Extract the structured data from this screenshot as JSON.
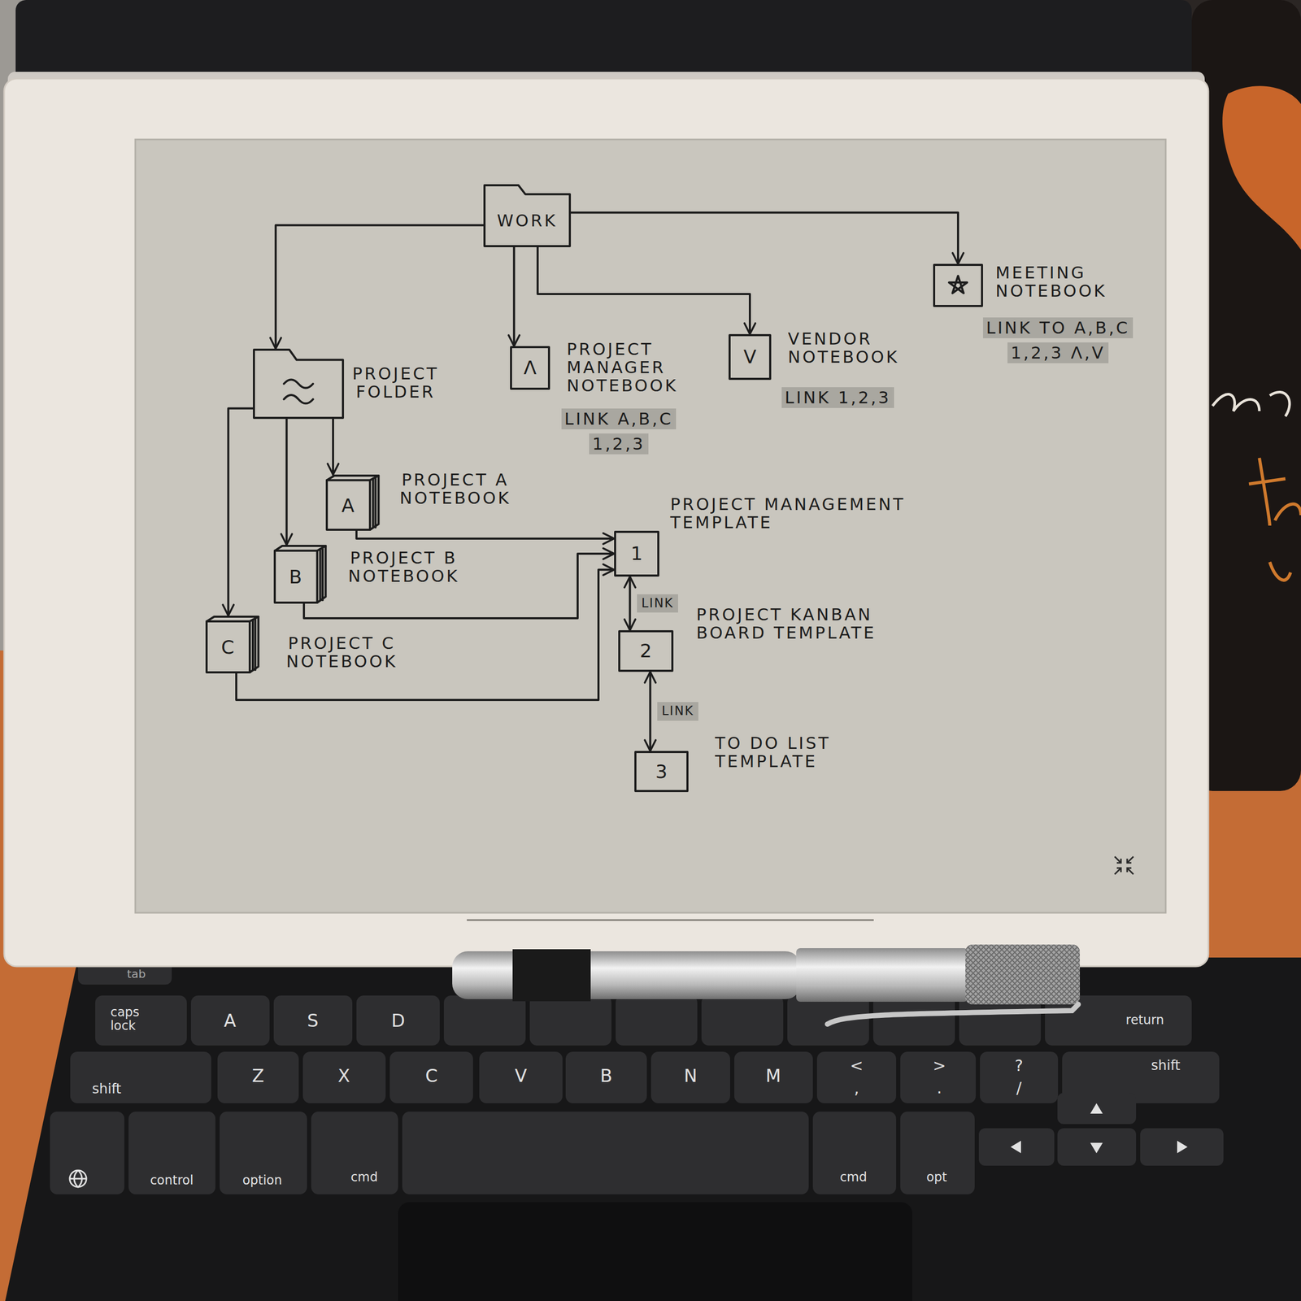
{
  "diagram": {
    "nodes": [
      {
        "text": [
          "WORK"
        ]
      },
      {
        "text": [
          "PROJECT FOLDER"
        ]
      },
      {
        "text": [
          "Λ",
          "PROJECT MANAGER NOTEBOOK",
          "LINK A,B,C 1,2,3"
        ]
      },
      {
        "text": [
          "V",
          "VENDOR NOTEBOOK",
          "LINK 1,2,3"
        ]
      },
      {
        "text": [
          "MEETING NOTEBOOK",
          "LINK TO A,B,C 1,2,3 Λ,V"
        ]
      },
      {
        "text": [
          "A",
          "PROJECT A NOTEBOOK"
        ]
      },
      {
        "text": [
          "B",
          "PROJECT B NOTEBOOK"
        ]
      },
      {
        "text": [
          "C",
          "PROJECT C NOTEBOOK"
        ]
      },
      {
        "text": [
          "1",
          "PROJECT MANAGEMENT TEMPLATE"
        ]
      },
      {
        "text": [
          "2",
          "PROJECT KANBAN BOARD TEMPLATE"
        ]
      },
      {
        "text": [
          "3",
          "TO DO LIST TEMPLATE"
        ]
      }
    ],
    "edges": [
      {
        "from": 0,
        "to": 1,
        "arrow": "to"
      },
      {
        "from": 0,
        "to": 2,
        "arrow": "to"
      },
      {
        "from": 0,
        "to": 3,
        "arrow": "to"
      },
      {
        "from": 0,
        "to": 4,
        "arrow": "to"
      },
      {
        "from": 1,
        "to": 5,
        "arrow": "to"
      },
      {
        "from": 1,
        "to": 6,
        "arrow": "to"
      },
      {
        "from": 1,
        "to": 7,
        "arrow": "to"
      },
      {
        "from": 5,
        "to": 8,
        "arrow": "to"
      },
      {
        "from": 6,
        "to": 8,
        "arrow": "to"
      },
      {
        "from": 7,
        "to": 8,
        "arrow": "to"
      },
      {
        "from": 8,
        "to": 9,
        "label": "LINK",
        "arrow": "both"
      },
      {
        "from": 9,
        "to": 10,
        "label": "LINK",
        "arrow": "both"
      }
    ],
    "labels": [
      "tab",
      "caps lock",
      "A",
      "S",
      "D",
      "return",
      "shift",
      "Z",
      "X",
      "C",
      "V",
      "B",
      "N",
      "M",
      "<",
      ",",
      ">",
      ".",
      "?",
      "/",
      "shift",
      "control",
      "option",
      "cmd",
      "cmd",
      "opt"
    ]
  }
}
